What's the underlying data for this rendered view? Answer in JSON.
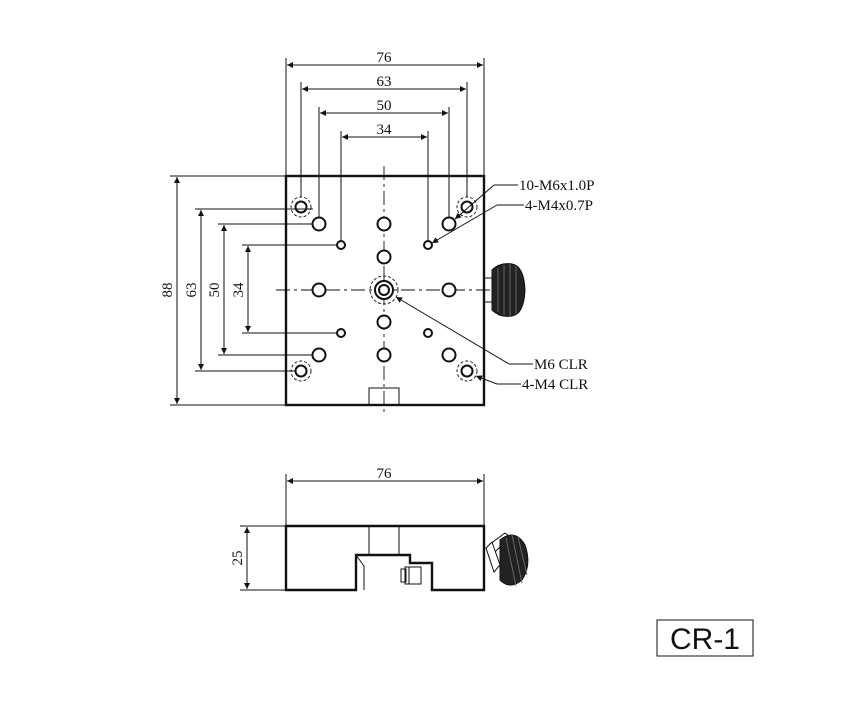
{
  "top_view": {
    "width_dims": [
      "76",
      "63",
      "50",
      "34"
    ],
    "height_dims": [
      "88",
      "63",
      "50",
      "34"
    ]
  },
  "callouts": {
    "m6_thread": "10-M6x1.0P",
    "m4_thread": "4-M4x0.7P",
    "m6_clr": "M6 CLR",
    "m4_clr": "4-M4 CLR"
  },
  "side_view": {
    "width_dim": "76",
    "height_dim": "25"
  },
  "model_tag": "CR-1"
}
